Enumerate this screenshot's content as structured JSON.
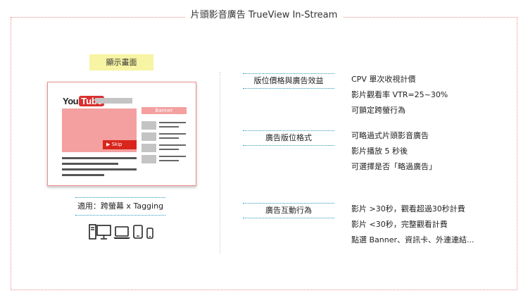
{
  "title": "片頭影音廣告 TrueView In-Stream",
  "display_label": "顯示畫面",
  "mockup": {
    "logo_you": "You",
    "logo_tube": "Tube",
    "banner_label": "Banner",
    "skip_label": "▶ Skip"
  },
  "apply_label": "適用：跨螢幕 x Tagging",
  "devices": [
    "desktop-tower-icon",
    "laptop-icon",
    "tablet-icon",
    "phone-icon"
  ],
  "sections": [
    {
      "label": "版位價格與廣告效益",
      "lines": [
        "CPV 單次收視計價",
        "影片觀看率 VTR=25~30%",
        "可鎖定跨螢行為"
      ]
    },
    {
      "label": "廣告版位格式",
      "lines": [
        "可略過式片頭影音廣告",
        "影片播放 5 秒後",
        "可選擇是否「略過廣告」"
      ]
    },
    {
      "label": "廣告互動行為",
      "lines": [
        "影片 >30秒，觀看超過30秒計費",
        "影片 <30秒，完整觀看計費",
        "點選 Banner、資訊卡、外連連結..."
      ]
    }
  ],
  "colors": {
    "frame_border": "#ef8a8a",
    "highlight": "#f7f4a3",
    "accent_dotted": "#2a9ab8",
    "video_placeholder": "#f4a0a0",
    "skip_button": "#d9251c"
  }
}
